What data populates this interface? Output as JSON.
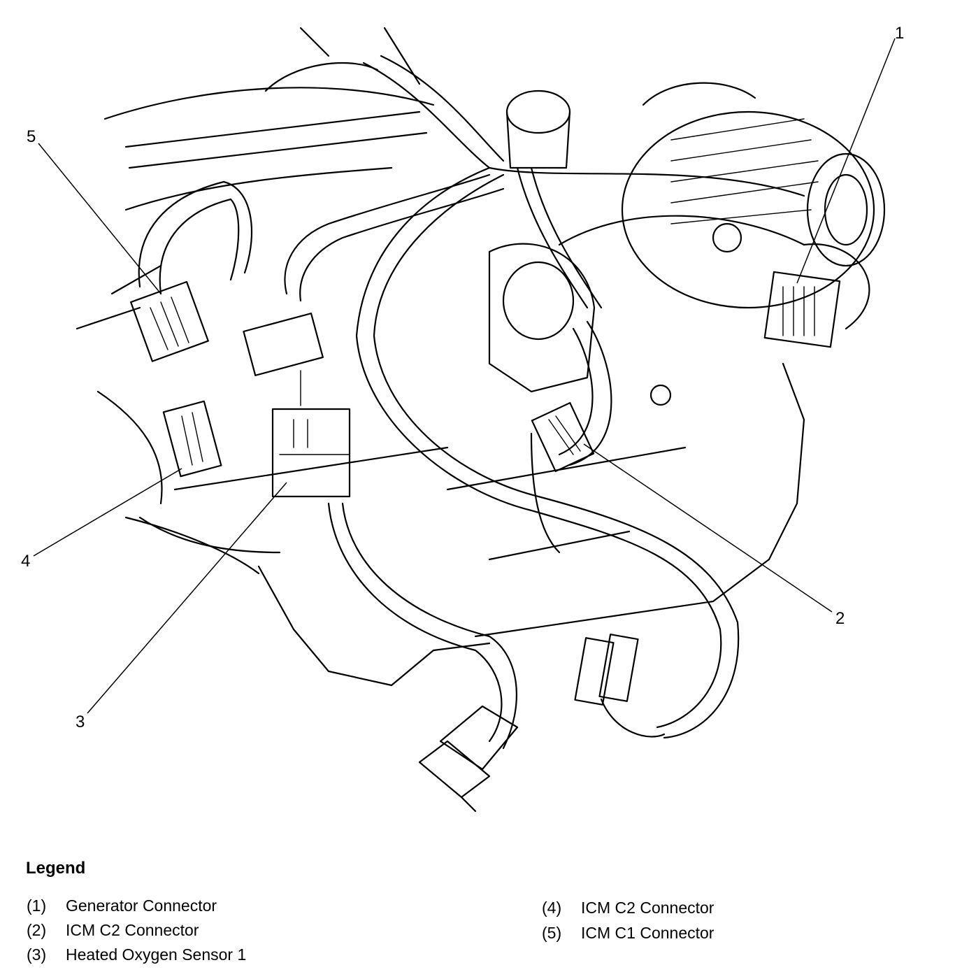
{
  "callouts": [
    "1",
    "2",
    "3",
    "4",
    "5"
  ],
  "legend": {
    "title": "Legend",
    "items": [
      {
        "num": "(1)",
        "label": "Generator Connector"
      },
      {
        "num": "(2)",
        "label": "ICM C2 Connector"
      },
      {
        "num": "(3)",
        "label": "Heated Oxygen Sensor 1"
      },
      {
        "num": "(4)",
        "label": "ICM C2 Connector"
      },
      {
        "num": "(5)",
        "label": "ICM C1 Connector"
      }
    ]
  }
}
